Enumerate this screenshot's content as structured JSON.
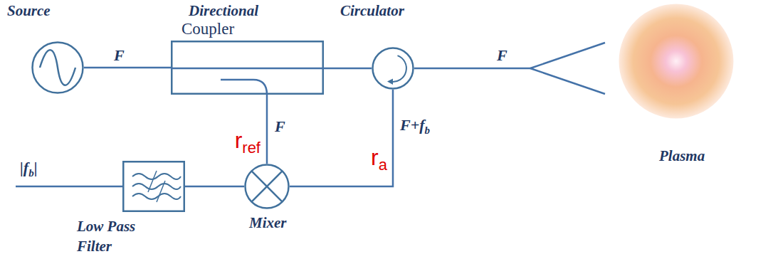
{
  "diagram": {
    "nodes": [
      {
        "text": [
          "Source"
        ]
      },
      {
        "text": [
          "Directional",
          "Coupler"
        ]
      },
      {
        "text": [
          "Circulator"
        ]
      },
      {
        "text": [
          "Plasma"
        ]
      },
      {
        "text": [
          "Low Pass Filter"
        ]
      },
      {
        "text": [
          "Mixer"
        ]
      }
    ],
    "edges": [
      {
        "from": 0,
        "to": 1,
        "label": "F",
        "arrow": "none"
      },
      {
        "from": 1,
        "to": 2,
        "arrow": "none"
      },
      {
        "from": 1,
        "to": 5,
        "label": "F",
        "arrow": "none"
      },
      {
        "from": 2,
        "to": 5,
        "label": "F+f",
        "arrow": "none"
      },
      {
        "from": 5,
        "to": 4,
        "arrow": "none"
      }
    ],
    "labels": [
      "F",
      "r",
      "ref",
      "b",
      "r",
      "a",
      "|f",
      "b",
      "|"
    ]
  }
}
